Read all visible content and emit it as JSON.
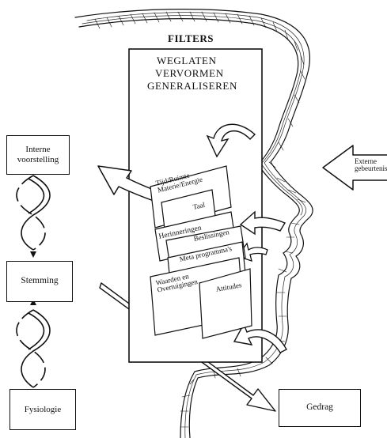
{
  "filters": {
    "title": "FILTERS",
    "operations": [
      "WEGLATEN",
      "VERVORMEN",
      "GENERALISEREN"
    ]
  },
  "filter_cards": [
    "Tijd/Ruimte\nMaterie/Energie",
    "Taal",
    "Herinneringen",
    "Beslissingen",
    "Meta programma's",
    "Waarden en\nOvertuigingen",
    "Attitudes"
  ],
  "boxes": {
    "interne": "Interne\nvoorstelling",
    "stemming": "Stemming",
    "fysiologie": "Fysiologie",
    "gedrag": "Gedrag"
  },
  "external_events": "Externe\ngebeurtenis"
}
